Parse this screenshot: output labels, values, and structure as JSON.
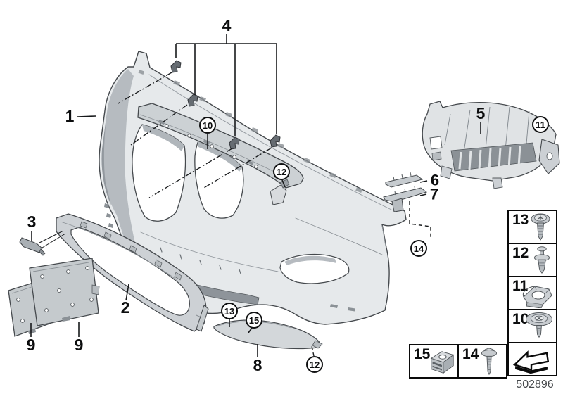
{
  "diagram": {
    "description": "Front bumper trim panel exploded parts diagram",
    "part_number": "502896"
  },
  "callouts": {
    "plain": [
      {
        "label": "1"
      },
      {
        "label": "2"
      },
      {
        "label": "3"
      },
      {
        "label": "4"
      },
      {
        "label": "5"
      },
      {
        "label": "6"
      },
      {
        "label": "7"
      },
      {
        "label": "8"
      },
      {
        "label": "9"
      },
      {
        "label": "9"
      }
    ],
    "circled": [
      {
        "label": "10"
      },
      {
        "label": "11"
      },
      {
        "label": "12"
      },
      {
        "label": "12"
      },
      {
        "label": "13"
      },
      {
        "label": "14"
      },
      {
        "label": "15"
      }
    ]
  },
  "fastener_table": {
    "column": [
      {
        "label": "13",
        "icon": "torx-screw-icon"
      },
      {
        "label": "12",
        "icon": "expansion-rivet-icon"
      },
      {
        "label": "11",
        "icon": "cage-nut-icon"
      },
      {
        "label": "10",
        "icon": "washer-screw-icon"
      },
      {
        "label": "",
        "icon": "direction-arrow-icon"
      }
    ],
    "row": [
      {
        "label": "15",
        "icon": "clip-nut-icon"
      },
      {
        "label": "14",
        "icon": "hex-bolt-icon"
      }
    ]
  },
  "colors": {
    "line": "#45494d",
    "fill_light": "#e6e9eb",
    "fill_mid": "#cdd1d5",
    "fill_dark": "#8e949a",
    "label": "#0c0d0e"
  }
}
